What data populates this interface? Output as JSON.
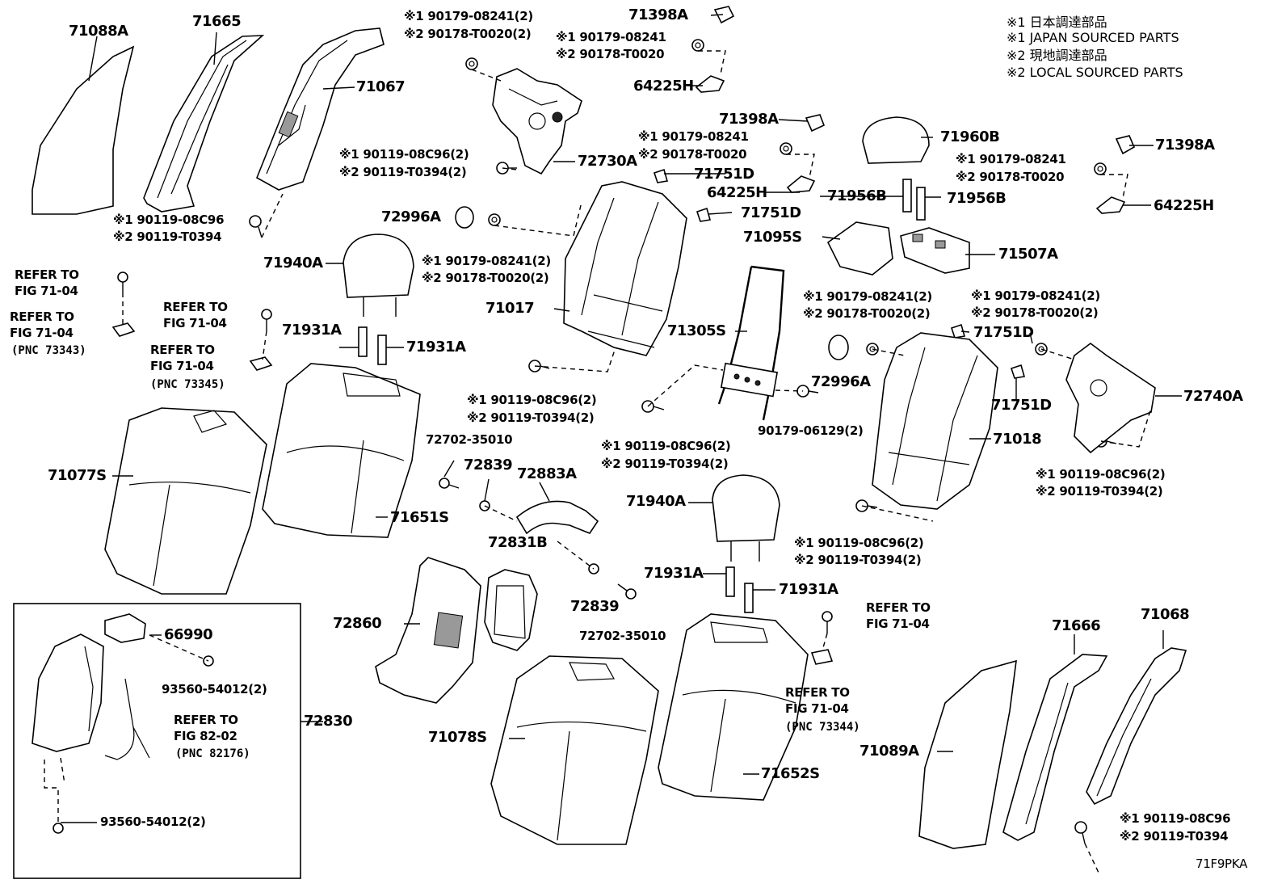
{
  "legend": {
    "line1": "※1 日本調達部品",
    "line2": "※1 JAPAN SOURCED PARTS",
    "line3": "※2 現地調達部品",
    "line4": "※2 LOCAL SOURCED PARTS"
  },
  "diagram_code": "71F9PKA",
  "labels": {
    "l71088A": "71088A",
    "l71665": "71665",
    "l71067": "71067",
    "l71940A_top": "71940A",
    "l71931A_1": "71931A",
    "l71931A_2": "71931A",
    "l71077S": "71077S",
    "l71651S": "71651S",
    "l72730A": "72730A",
    "l71398A_1": "71398A",
    "l64225H_1": "64225H",
    "l71398A_2": "71398A",
    "l71751D_1": "71751D",
    "l64225H_2": "64225H",
    "l71751D_2": "71751D",
    "l72996A_1": "72996A",
    "l71017": "71017",
    "l71960B": "71960B",
    "l71956B_1": "71956B",
    "l71956B_2": "71956B",
    "l71095S": "71095S",
    "l71507A": "71507A",
    "l71398A_3": "71398A",
    "l64225H_3": "64225H",
    "l71305S": "71305S",
    "l72996A_2": "72996A",
    "l71751D_3": "71751D",
    "l71751D_4": "71751D",
    "l72740A": "72740A",
    "l71018": "71018",
    "l72702_1": "72702-35010",
    "l72839_1": "72839",
    "l72883A": "72883A",
    "l72831B": "72831B",
    "l72839_2": "72839",
    "l72702_2": "72702-35010",
    "l71940A_mid": "71940A",
    "l71931A_3": "71931A",
    "l71931A_4": "71931A",
    "l72860": "72860",
    "l71078S": "71078S",
    "l71652S": "71652S",
    "l71666": "71666",
    "l71068": "71068",
    "l71089A": "71089A",
    "l66990": "66990",
    "l72830": "72830",
    "l93560_1": "93560-54012(2)",
    "l93560_2": "93560-54012(2)",
    "l90179_06129": "90179-06129(2)"
  },
  "notes": {
    "n_a1": "※1 90179-08241(2)",
    "n_a2": "※2 90178-T0020(2)",
    "n_b1": "※1 90179-08241",
    "n_b2": "※2 90178-T0020",
    "n_c1": "※1 90119-08C96(2)",
    "n_c2": "※2 90119-T0394(2)",
    "n_d1": "※1 90119-08C96",
    "n_d2": "※2 90119-T0394",
    "n_e1": "※1 90179-08241",
    "n_e2": "※2 90178-T0020",
    "n_f1": "※1 90179-08241(2)",
    "n_f2": "※2 90178-T0020(2)",
    "n_g1": "※1 90179-08241",
    "n_g2": "※2 90178-T0020",
    "n_h1": "※1 90119-08C96(2)",
    "n_h2": "※2 90119-T0394(2)",
    "n_i1": "※1 90179-08241(2)",
    "n_i2": "※2 90178-T0020(2)",
    "n_j1": "※1 90179-08241(2)",
    "n_j2": "※2 90178-T0020(2)",
    "n_k1": "※1 90119-08C96(2)",
    "n_k2": "※2 90119-T0394(2)",
    "n_l1": "※1 90119-08C96(2)",
    "n_l2": "※2 90119-T0394(2)",
    "n_m1": "※1 90119-08C96(2)",
    "n_m2": "※2 90119-T0394(2)",
    "n_n1": "※1 90119-08C96",
    "n_n2": "※2 90119-T0394"
  },
  "refers": {
    "r1a": "REFER TO",
    "r1b": "FIG 71-04",
    "r2a": "REFER TO",
    "r2b": "FIG 71-04",
    "r2c": "(PNC 73343)",
    "r3a": "REFER TO",
    "r3b": "FIG 71-04",
    "r4a": "REFER TO",
    "r4b": "FIG 71-04",
    "r4c": "(PNC 73345)",
    "r5a": "REFER TO",
    "r5b": "FIG 71-04",
    "r6a": "REFER TO",
    "r6b": "FIG 71-04",
    "r6c": "(PNC 73344)",
    "r7a": "REFER TO",
    "r7b": "FIG 82-02",
    "r7c": "(PNC 82176)"
  }
}
